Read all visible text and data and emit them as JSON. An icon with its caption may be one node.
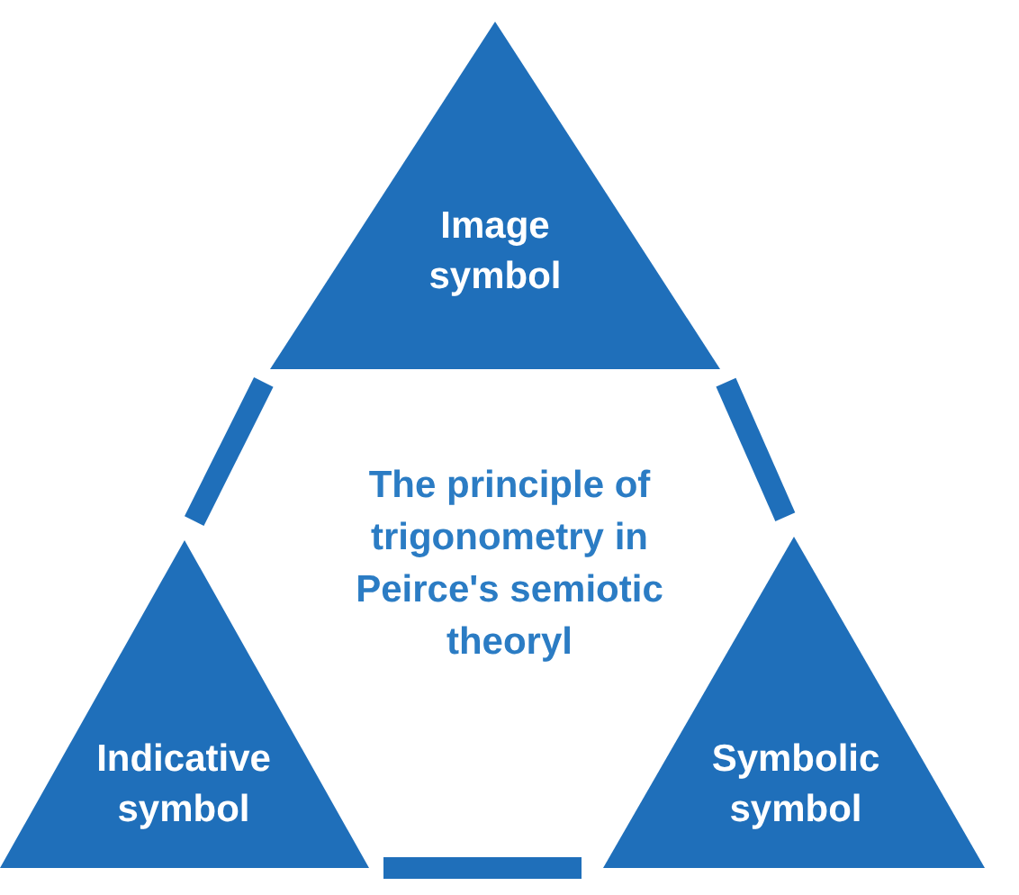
{
  "diagram": {
    "nodes": [
      {
        "text": [
          "Image symbol"
        ]
      },
      {
        "text": [
          "Indicative symbol"
        ]
      },
      {
        "text": [
          "Symbolic symbol"
        ]
      }
    ],
    "edges": [
      {
        "from": 0,
        "to": 1,
        "arrow": "none"
      },
      {
        "from": 0,
        "to": 2,
        "arrow": "none"
      },
      {
        "from": 1,
        "to": 2,
        "arrow": "none"
      }
    ],
    "labels": [
      "The principle of trigonometry in Peirce's semiotic theoryl"
    ]
  }
}
